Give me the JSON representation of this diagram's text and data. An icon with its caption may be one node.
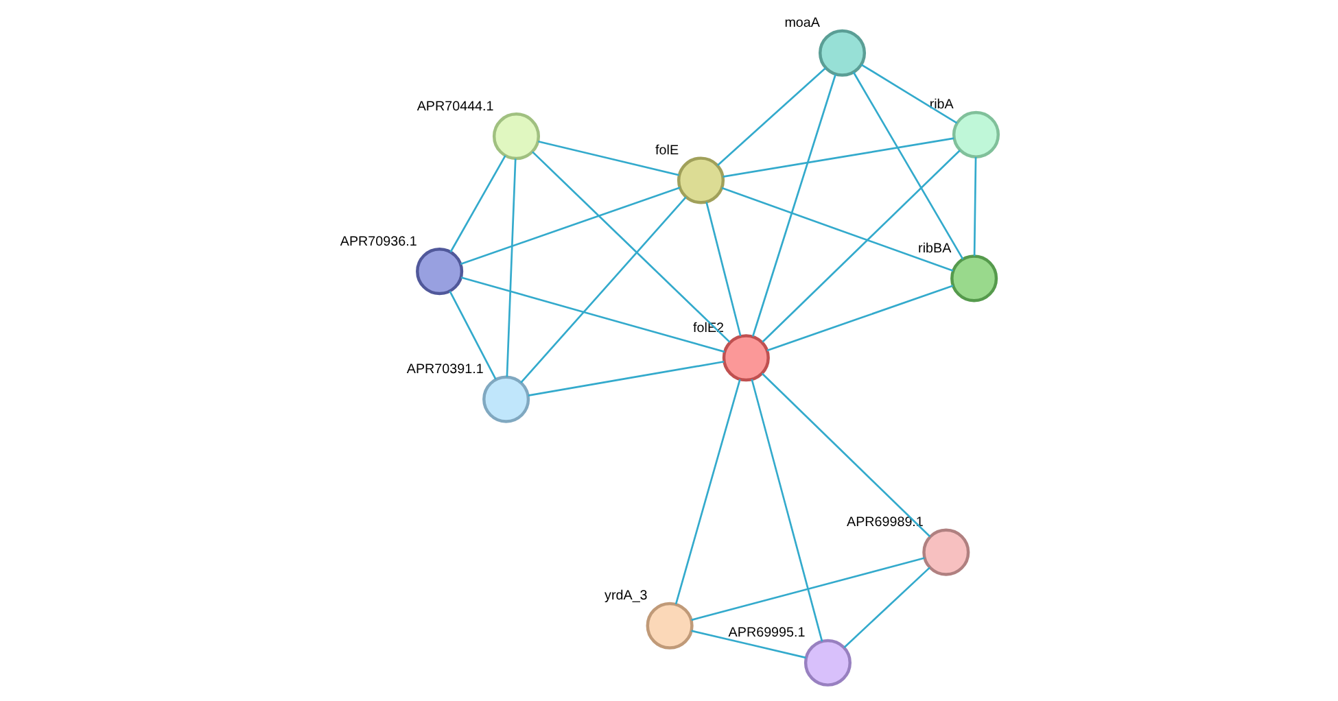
{
  "diagram": {
    "nodes": [
      {
        "text": [],
        "shape": "circle",
        "beside": [
          "moaA"
        ]
      },
      {
        "text": [],
        "shape": "circle",
        "beside": [
          "folE"
        ]
      },
      {
        "text": [],
        "shape": "circle",
        "beside": [
          "ribA"
        ]
      },
      {
        "text": [],
        "shape": "circle",
        "beside": [
          "ribBA"
        ]
      },
      {
        "text": [],
        "shape": "circle",
        "beside": [
          "APR70444.1"
        ]
      },
      {
        "text": [],
        "shape": "circle",
        "beside": [
          "APR70391.1"
        ]
      },
      {
        "text": [],
        "shape": "circle",
        "beside": [
          "folE2"
        ]
      },
      {
        "text": [],
        "shape": "circle",
        "beside": [
          "APR70936.1"
        ]
      },
      {
        "text": [],
        "shape": "circle",
        "beside": [
          "yrdA_3"
        ]
      },
      {
        "text": [],
        "shape": "circle",
        "beside": [
          "APR69995.1"
        ]
      },
      {
        "text": [],
        "shape": "circle",
        "beside": [
          "APR69989.1"
        ]
      }
    ],
    "edges": [
      {
        "from": 0,
        "to": 1,
        "arrow": "none"
      },
      {
        "from": 0,
        "to": 2,
        "arrow": "none"
      },
      {
        "from": 0,
        "to": 3,
        "arrow": "none"
      },
      {
        "from": 0,
        "to": 6,
        "arrow": "none"
      },
      {
        "from": 1,
        "to": 2,
        "arrow": "none"
      },
      {
        "from": 1,
        "to": 3,
        "arrow": "none"
      },
      {
        "from": 1,
        "to": 4,
        "arrow": "none"
      },
      {
        "from": 1,
        "to": 5,
        "arrow": "none"
      },
      {
        "from": 1,
        "to": 7,
        "arrow": "none"
      },
      {
        "from": 1,
        "to": 6,
        "arrow": "none"
      },
      {
        "from": 2,
        "to": 3,
        "arrow": "none"
      },
      {
        "from": 2,
        "to": 6,
        "arrow": "none"
      },
      {
        "from": 3,
        "to": 6,
        "arrow": "none"
      },
      {
        "from": 4,
        "to": 5,
        "arrow": "none"
      },
      {
        "from": 4,
        "to": 7,
        "arrow": "none"
      },
      {
        "from": 4,
        "to": 6,
        "arrow": "none"
      },
      {
        "from": 5,
        "to": 7,
        "arrow": "none"
      },
      {
        "from": 5,
        "to": 6,
        "arrow": "none"
      },
      {
        "from": 6,
        "to": 7,
        "arrow": "none"
      },
      {
        "from": 6,
        "to": 8,
        "arrow": "none"
      },
      {
        "from": 6,
        "to": 9,
        "arrow": "none"
      },
      {
        "from": 6,
        "to": 10,
        "arrow": "none"
      },
      {
        "from": 8,
        "to": 9,
        "arrow": "none"
      },
      {
        "from": 8,
        "to": 10,
        "arrow": "none"
      },
      {
        "from": 9,
        "to": 10,
        "arrow": "none"
      }
    ]
  }
}
